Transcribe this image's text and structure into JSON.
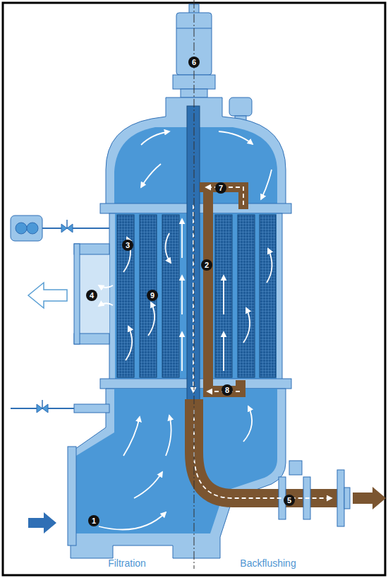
{
  "diagram": {
    "labels": [
      "6",
      "7",
      "3",
      "2",
      "4",
      "9",
      "8",
      "1",
      "5",
      "Filtration",
      "Backflushing"
    ]
  }
}
